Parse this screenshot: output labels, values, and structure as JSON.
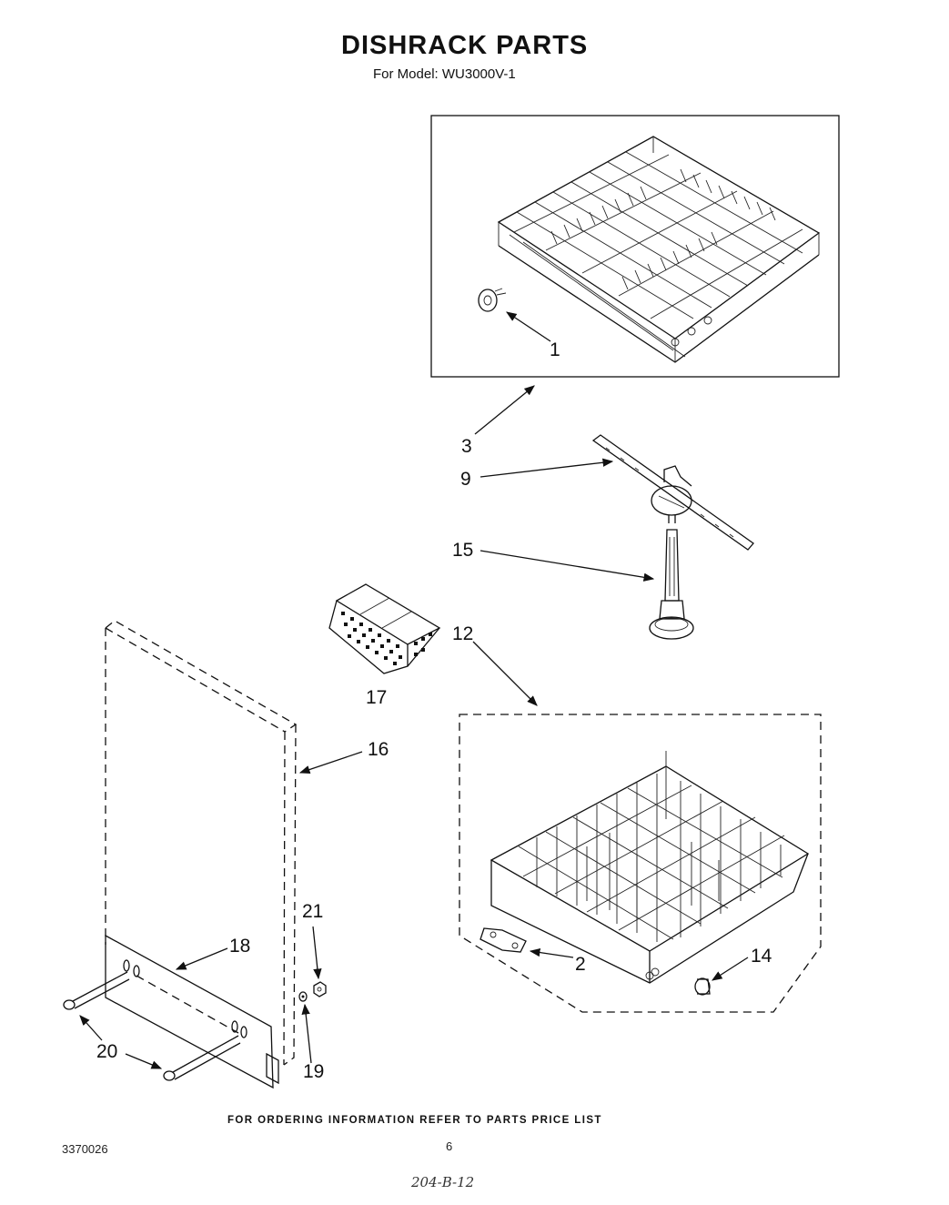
{
  "header": {
    "title": "DISHRACK PARTS",
    "subtitle": "For Model: WU3000V-1"
  },
  "callouts": {
    "c1": "1",
    "c2": "2",
    "c3": "3",
    "c9": "9",
    "c12": "12",
    "c14": "14",
    "c15": "15",
    "c16": "16",
    "c17": "17",
    "c18": "18",
    "c19": "19",
    "c20": "20",
    "c21": "21"
  },
  "footer": {
    "ordering_note": "FOR ORDERING INFORMATION REFER TO PARTS PRICE LIST",
    "document_number": "3370026",
    "page_number": "6",
    "handwritten_note": "204-B-12"
  }
}
